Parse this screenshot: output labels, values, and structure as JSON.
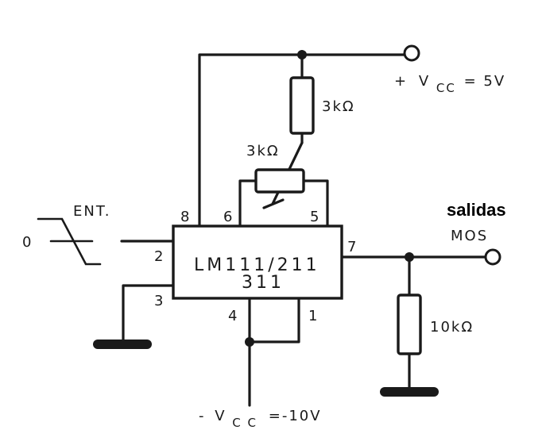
{
  "ic": {
    "line1": "LM111/211",
    "line2": "311"
  },
  "pins": {
    "p8": "8",
    "p6": "6",
    "p5": "5",
    "p2": "2",
    "p3": "3",
    "p4": "4",
    "p1": "1",
    "p7": "7"
  },
  "labels": {
    "vcc_pos_sign": "+",
    "vcc_pos_v": "V",
    "vcc_pos_sub": "CC",
    "vcc_pos_val": "= 5V",
    "vcc_neg_sign": "-",
    "vcc_neg_v": "V",
    "vcc_neg_sub": "C C",
    "vcc_neg_val": "=-10V",
    "r_top": "3kΩ",
    "pot": "3kΩ",
    "r_load": "10kΩ",
    "ent": "ENT.",
    "zero": "0",
    "salidas": "salidas",
    "mos": "MOS"
  },
  "colors": {
    "ink": "#1a1a1a",
    "background": "#ffffff"
  }
}
